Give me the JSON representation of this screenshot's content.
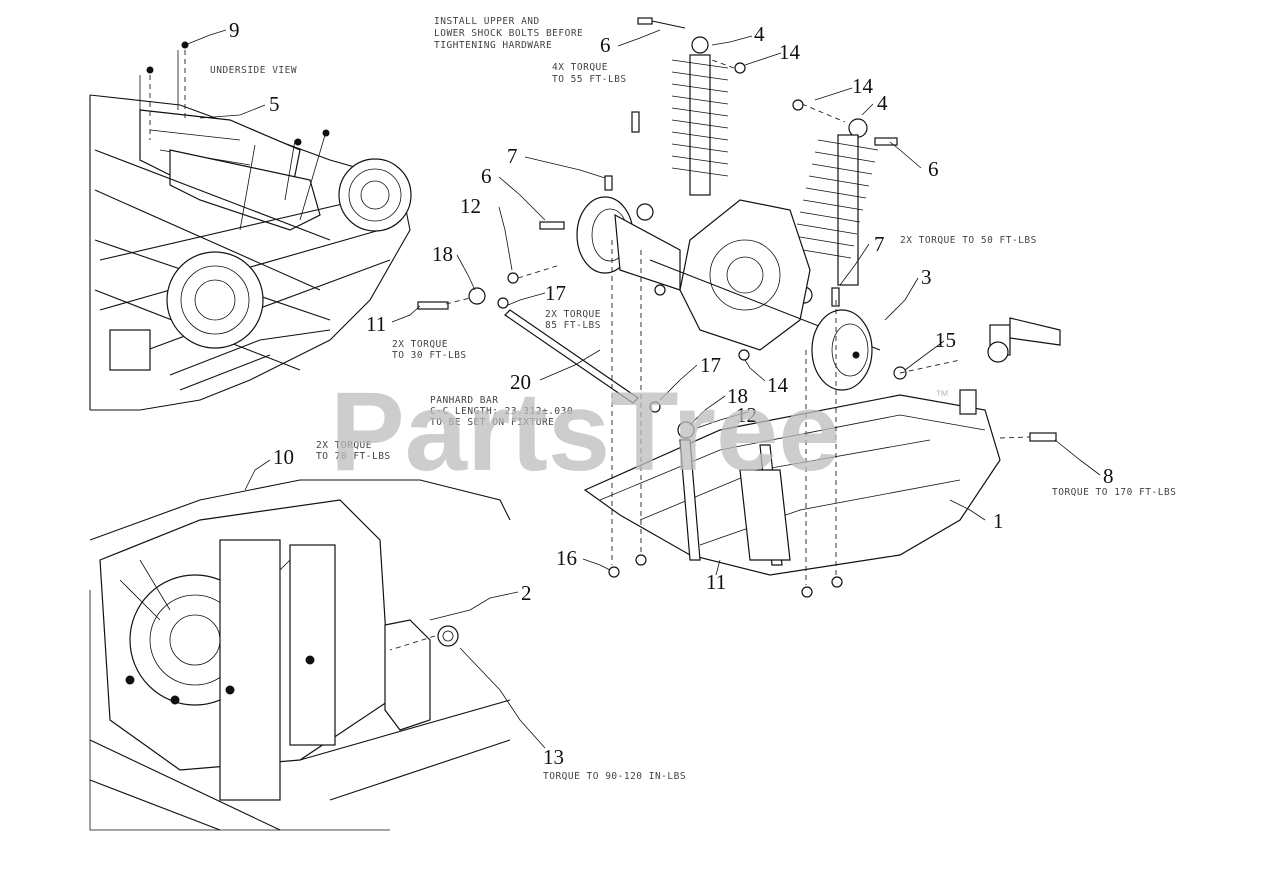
{
  "watermark": {
    "text": "PartsTree",
    "trademark": "™"
  },
  "notes": {
    "install_upper_lower_shock": [
      "INSTALL UPPER AND",
      "LOWER SHOCK BOLTS BEFORE",
      "TIGHTENING HARDWARE"
    ],
    "torque_4x_55": [
      "4X TORQUE",
      "TO 55 FT-LBS"
    ],
    "underside_view": "UNDERSIDE VIEW",
    "torque_2x_50": "2X TORQUE TO 50 FT-LBS",
    "torque_2x_85": [
      "2X TORQUE",
      "85 FT-LBS"
    ],
    "torque_2x_30": [
      "2X TORQUE",
      "TO 30 FT-LBS"
    ],
    "panhard_bar": [
      "PANHARD BAR",
      "C-C LENGTH: 23.312±.030",
      "TO BE SET ON FIXTURE"
    ],
    "torque_2x_70": [
      "2X TORQUE",
      "TO 70 FT-LBS"
    ],
    "torque_170": "TORQUE TO 170 FT-LBS",
    "torque_90_120": "TORQUE TO 90-120 IN-LBS"
  },
  "callouts": {
    "c1": "1",
    "c2": "2",
    "c3": "3",
    "c4a": "4",
    "c4b": "4",
    "c5": "5",
    "c6a": "6",
    "c6b": "6",
    "c6c": "6",
    "c7a": "7",
    "c7b": "7",
    "c8": "8",
    "c9": "9",
    "c10": "10",
    "c11a": "11",
    "c11b": "11",
    "c12a": "12",
    "c12b": "12",
    "c13": "13",
    "c14a": "14",
    "c14b": "14",
    "c14c": "14",
    "c15": "15",
    "c16": "16",
    "c17a": "17",
    "c17b": "17",
    "c18a": "18",
    "c18b": "18",
    "c20": "20"
  }
}
